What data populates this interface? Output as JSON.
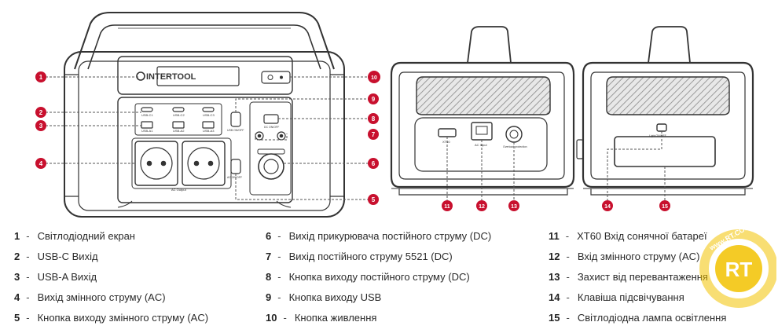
{
  "brand": "INTERTOOL",
  "watermark": "www.RT.CO.UA",
  "watermark_logo": "RT",
  "panel_labels": {
    "usbc1": "USB-C1",
    "usbc2": "USB-C2",
    "usbc3": "USB-C3",
    "usba1": "USB-A1",
    "usba2": "USB-A2",
    "usba3": "USB-A3",
    "usb_on": "USB ON/OFF",
    "dc_on": "DC ON/OFF",
    "ac_label": "AC Output",
    "ac_on": "AC ON/OFF",
    "xt60": "XT60",
    "ac_in": "AC Input",
    "overload": "Overload protection",
    "light": "Light ON/OFF"
  },
  "colors": {
    "accent": "#c8102e",
    "outline": "#333333",
    "watermark": "#f2c200"
  },
  "callouts": [
    "1",
    "2",
    "3",
    "4",
    "5",
    "6",
    "7",
    "8",
    "9",
    "10",
    "11",
    "12",
    "13",
    "14",
    "15"
  ],
  "legend": [
    {
      "num": "1",
      "text": "Світлодіодний екран"
    },
    {
      "num": "2",
      "text": "USB-C Вихід"
    },
    {
      "num": "3",
      "text": "USB-A Вихід"
    },
    {
      "num": "4",
      "text": "Вихід змінного струму (AC)"
    },
    {
      "num": "5",
      "text": "Кнопка виходу змінного струму (AC)"
    },
    {
      "num": "6",
      "text": "Вихід прикурювача постійного струму (DC)"
    },
    {
      "num": "7",
      "text": "Вихід постійного струму 5521 (DC)"
    },
    {
      "num": "8",
      "text": "Кнопка виходу постійного струму  (DC)"
    },
    {
      "num": "9",
      "text": "Кнопка виходу USB"
    },
    {
      "num": "10",
      "text": "Кнопка живлення"
    },
    {
      "num": "11",
      "text": "XT60 Вхід сонячної батареї"
    },
    {
      "num": "12",
      "text": "Вхід змінного струму (AC)"
    },
    {
      "num": "13",
      "text": "Захист від перевантаження"
    },
    {
      "num": "14",
      "text": "Клавіша підсвічування"
    },
    {
      "num": "15",
      "text": "Світлодіодна лампа освітлення"
    }
  ]
}
